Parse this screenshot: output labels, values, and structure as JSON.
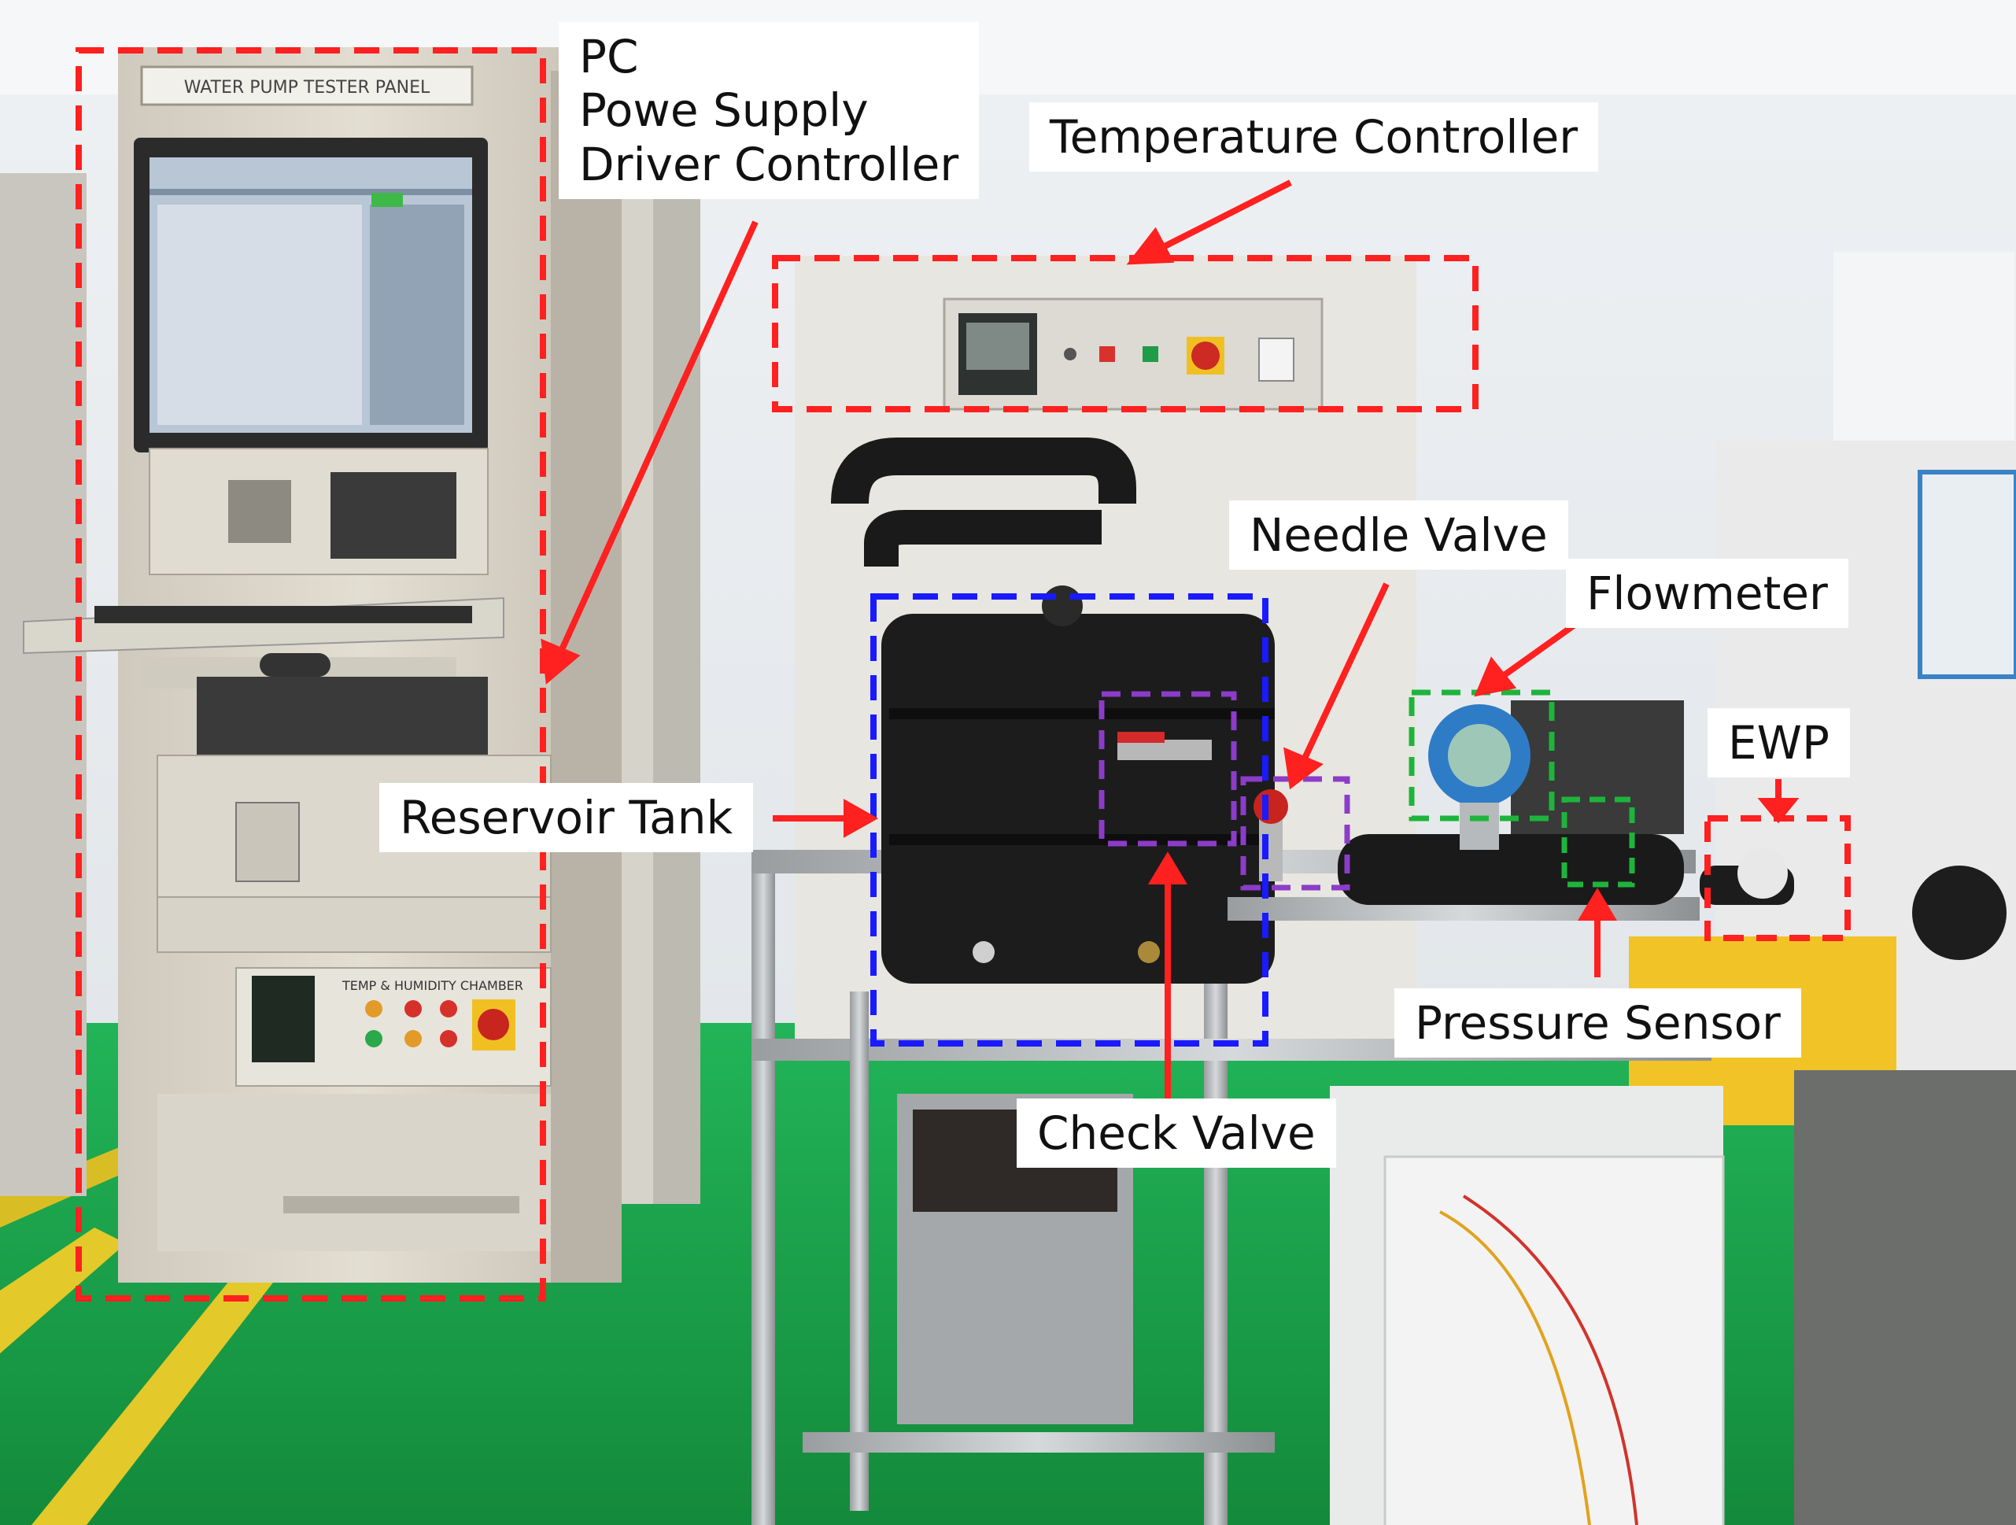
{
  "labels": {
    "pc_group": [
      "PC",
      "Powe Supply",
      "Driver Controller"
    ],
    "temperature_controller": "Temperature Controller",
    "needle_valve": "Needle Valve",
    "flowmeter": "Flowmeter",
    "ewp": "EWP",
    "reservoir_tank": "Reservoir Tank",
    "pressure_sensor": "Pressure Sensor",
    "check_valve": "Check Valve"
  },
  "equipment_text": {
    "panel_plate": "WATER PUMP TESTER PANEL",
    "chamber_plate": "TEMP & HUMIDITY CHAMBER"
  },
  "colors": {
    "red_box": "#ff2020",
    "blue_box": "#1a1aff",
    "purple_box": "#8c3cc8",
    "green_box": "#1eb43c",
    "floor": "#1aa64a",
    "cabinet": "#d9d4c8"
  }
}
